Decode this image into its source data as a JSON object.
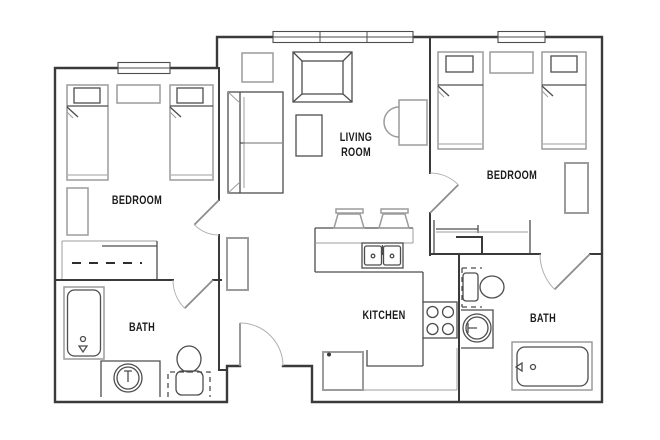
{
  "labels": {
    "bedroom_left": "BEDROOM",
    "bedroom_right": "BEDROOM",
    "living_1": "LIVING",
    "living_2": "ROOM",
    "kitchen": "KITCHEN",
    "bath_left": "BATH",
    "bath_right": "BATH"
  },
  "colors": {
    "wall": "#3a3a3a",
    "furniture_dark": "#4d4d4d",
    "furniture_gray": "#9c9c9c",
    "door_arc": "#b0b0b0",
    "label": "#1b1b1b",
    "background": "#ffffff"
  }
}
